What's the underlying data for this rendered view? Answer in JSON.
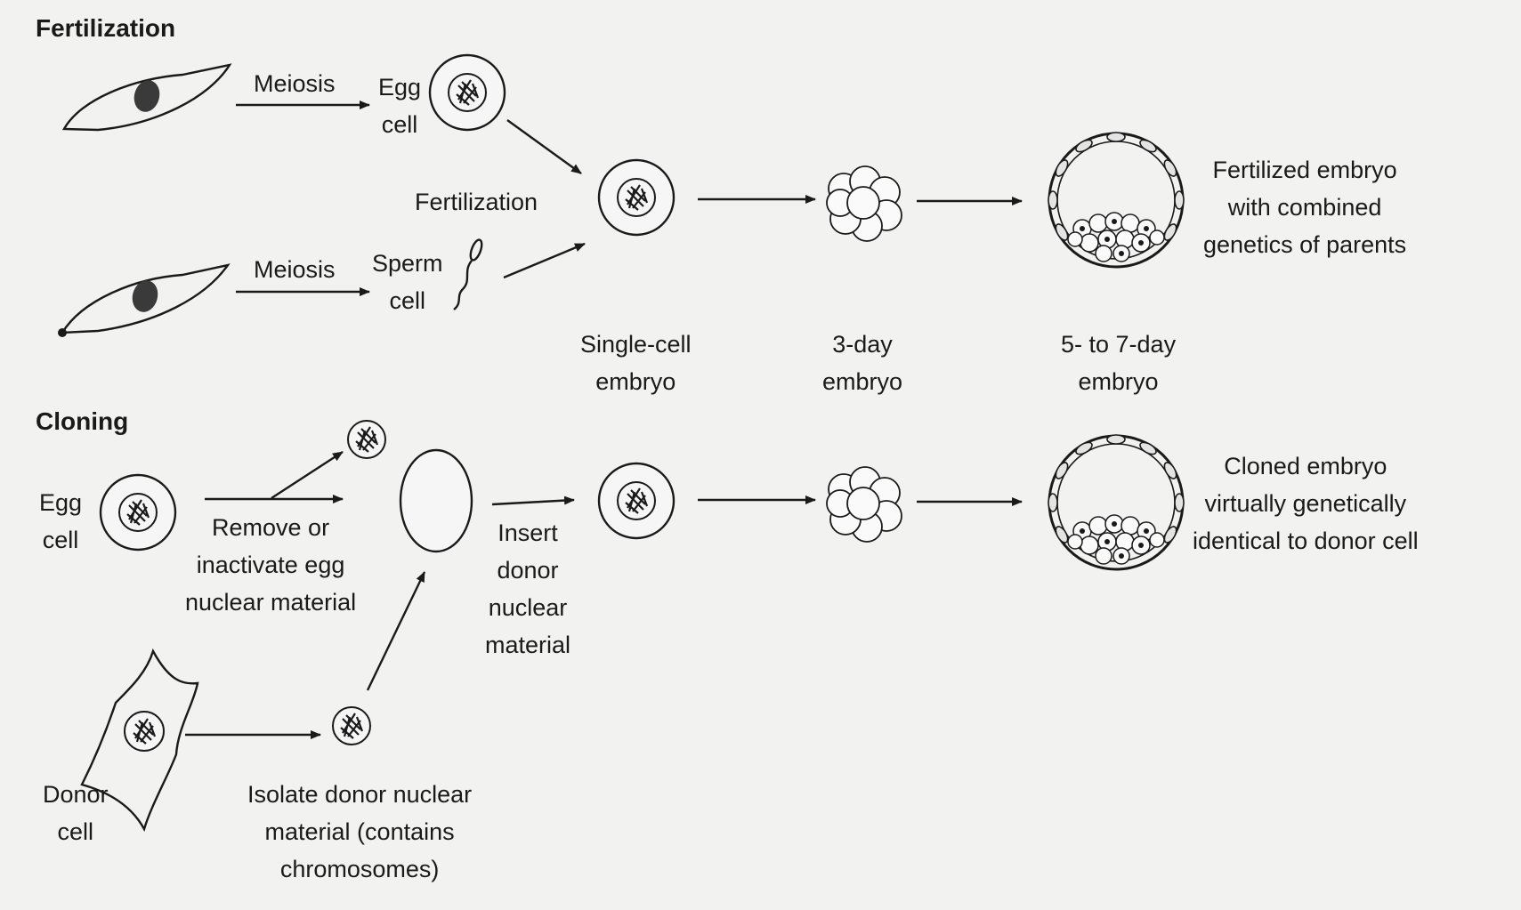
{
  "sections": {
    "fertilization": "Fertilization",
    "cloning": "Cloning"
  },
  "labels": {
    "meiosis_top": "Meiosis",
    "egg_cell_top": "Egg\ncell",
    "fertilization_step": "Fertilization",
    "meiosis_bottom": "Meiosis",
    "sperm_cell": "Sperm\ncell",
    "single_cell_embryo": "Single-cell\nembryo",
    "three_day_embryo": "3-day\nembryo",
    "five_seven_day_embryo": "5- to 7-day\nembryo",
    "fertilized_result": "Fertilized embryo\nwith combined\ngenetics of parents",
    "egg_cell_clone": "Egg\ncell",
    "remove_egg_material": "Remove or\ninactivate egg\nnuclear material",
    "insert_donor_material": "Insert\ndonor\nnuclear\nmaterial",
    "cloned_result": "Cloned embryo\nvirtually genetically\nidentical to donor cell",
    "donor_cell": "Donor\ncell",
    "isolate_donor_material": "Isolate donor nuclear\nmaterial (contains\nchromosomes)"
  },
  "colors": {
    "ink": "#1a1a1a",
    "paper": "#f2f2f0",
    "nucleus_fill": "#3a3a3a"
  }
}
